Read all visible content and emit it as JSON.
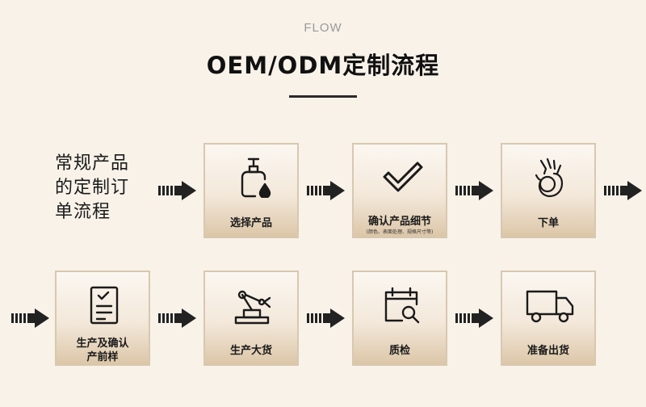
{
  "header": {
    "kicker": "FLOW",
    "title": "OEM/ODM定制流程"
  },
  "intro": {
    "line1": "常规产品",
    "line2": "的定制订",
    "line3": "单流程"
  },
  "steps": [
    {
      "label": "选择产品",
      "icon": "lotion-bottle-icon"
    },
    {
      "label": "确认产品细节",
      "note": "(颜色、表面处理、规格尺寸等)",
      "icon": "checkmark-icon"
    },
    {
      "label": "下单",
      "icon": "ok-hand-icon"
    },
    {
      "label_line1": "生产及确认",
      "label_line2": "产前样",
      "icon": "checklist-document-icon"
    },
    {
      "label": "生产大货",
      "icon": "robot-arm-icon"
    },
    {
      "label": "质检",
      "icon": "calendar-search-icon"
    },
    {
      "label": "准备出货",
      "icon": "delivery-truck-icon"
    }
  ],
  "colors": {
    "background": "#f8f2e8",
    "card_border": "#d8c8b0",
    "card_gradient_bottom": "#dcc6a8",
    "arrow": "#222222"
  }
}
